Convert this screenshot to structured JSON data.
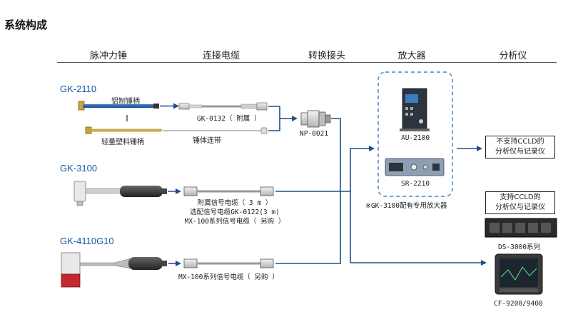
{
  "page_title": "系统构成",
  "headers": [
    "脉冲力锤",
    "连接电缆",
    "转换接头",
    "放大器",
    "分析仪"
  ],
  "hammers": {
    "gk2110": {
      "model": "GK-2110",
      "handle_aluminum": "铝制锤柄",
      "handle_plastic": "轻量塑料锤柄",
      "cable": "GK-0132（ 附属 ）",
      "tether": "锤体连带"
    },
    "gk3100": {
      "model": "GK-3100",
      "cable_lines": [
        "附属信号电缆（ 3 m ）",
        "选配信号电缆GK-0122(3 m)",
        "MX-100系列信号电缆（ 另购 ）"
      ]
    },
    "gk4110": {
      "model": "GK-4110G10",
      "cable": "MX-100系列信号电缆（ 另购 ）"
    }
  },
  "adapter": {
    "model": "NP-0021"
  },
  "amplifiers": {
    "au": "AU-2100",
    "sr": "SR-2210",
    "note": "※GK-3100配有专用放大器"
  },
  "analyzers": {
    "no_ccld": "不支持CCLD的\n分析仪与记录仪",
    "ccld": "支持CCLD的\n分析仪与记录仪",
    "ds": "DS-3000系列",
    "cf": "CF-9200/9400"
  },
  "colors": {
    "arrow": "#1f4e8c",
    "model_text": "#1556a8",
    "dashed_box": "#6fa3d2"
  }
}
